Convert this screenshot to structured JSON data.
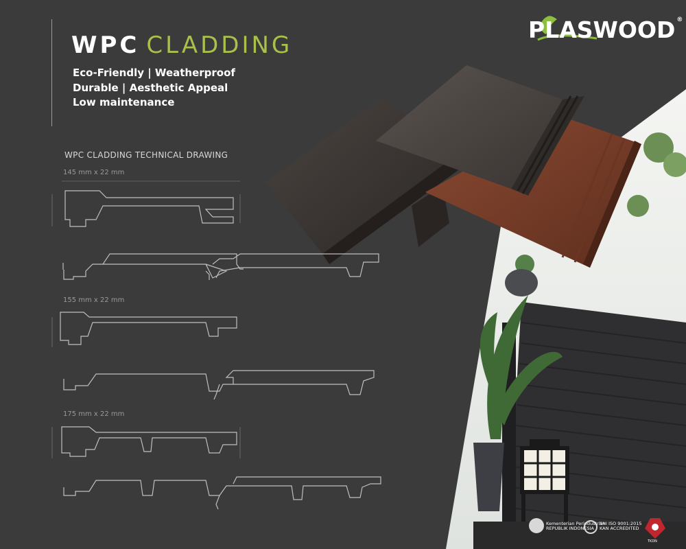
{
  "brand": {
    "name": "PLASWOOD",
    "registered_mark": "®"
  },
  "heading": {
    "bold": "WPC",
    "light": "CLADDING"
  },
  "features": [
    "Eco-Friendly | Weatherproof",
    "Durable | Aesthetic Appeal",
    "Low maintenance"
  ],
  "drawing": {
    "title": "WPC CLADDING  TECHNICAL DRAWING",
    "profiles": [
      {
        "label": "145 mm x 22 mm"
      },
      {
        "label": "155 mm x 22 mm"
      },
      {
        "label": "175 mm x 22 mm"
      }
    ]
  },
  "certifications": [
    {
      "name": "Kementerian Perindustrian",
      "sub": "REPUBLIK INDONESIA"
    },
    {
      "name": "SNI ISO 9001:2015",
      "sub": "KAN ACCREDITED"
    },
    {
      "name": "TKDN",
      "sub": ""
    }
  ],
  "colors": {
    "background": "#3b3b3b",
    "accent": "#a9c14a",
    "text": "#ffffff"
  }
}
